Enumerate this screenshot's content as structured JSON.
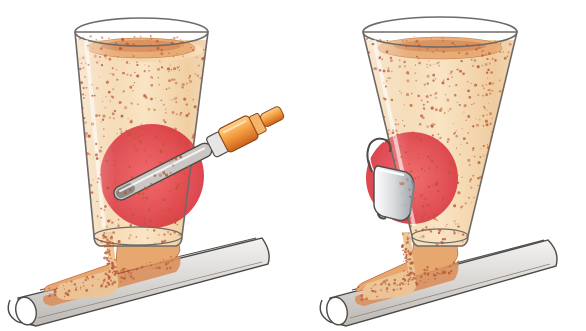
{
  "illustration": {
    "panels": [
      {
        "id": "left",
        "sensor": "insertion-rod-probe"
      },
      {
        "id": "right",
        "sensor": "clamp-on-sensor"
      }
    ],
    "colors": {
      "background": "#ffffff",
      "material_light": "#f7dcb4",
      "material_mid": "#ecc597",
      "material_dark": "#d98f5c",
      "speckle": "#b8552f",
      "glass_outline": "#6f6a66",
      "detection_zone": "#e23b45",
      "pipe_fill": "#e7e5e3",
      "pipe_outline": "#4d4a47",
      "probe_orange": "#f39a3d",
      "probe_dark": "#b9561e",
      "clamp_metal": "#d8dbde"
    }
  }
}
